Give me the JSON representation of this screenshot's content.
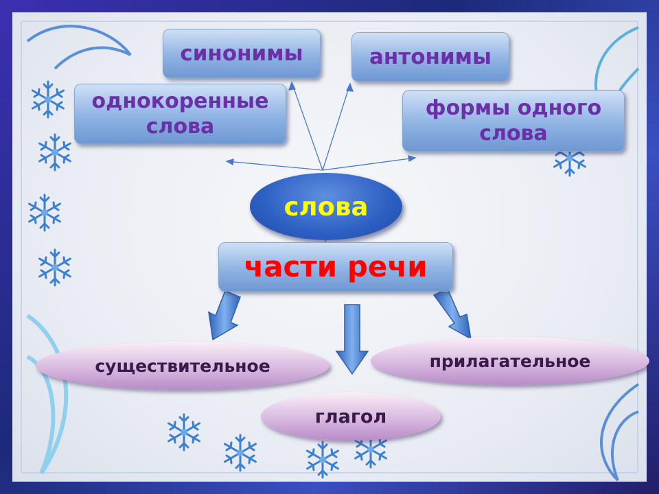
{
  "colors": {
    "frame": "#2f2a8f",
    "box_text": "#6b2fa8",
    "center_text": "#ffff00",
    "parts_text": "#ff0000",
    "oval_text": "#3a1a4a",
    "arrow_blue": "#4a7fd0",
    "snowflake": "#3a7fd0"
  },
  "top_nodes": {
    "synonyms": "синонимы",
    "antonyms": "антонимы",
    "cognates_line1": "однокоренные",
    "cognates_line2": "слова",
    "forms_line1": "формы одного",
    "forms_line2": "слова"
  },
  "center": {
    "label": "слова"
  },
  "parts": {
    "label": "части речи"
  },
  "bottom_nodes": {
    "noun": "существительное",
    "adjective": "прилагательное",
    "verb": "глагол"
  },
  "decorations": {
    "snowflake_icon": "snowflake-icon"
  }
}
